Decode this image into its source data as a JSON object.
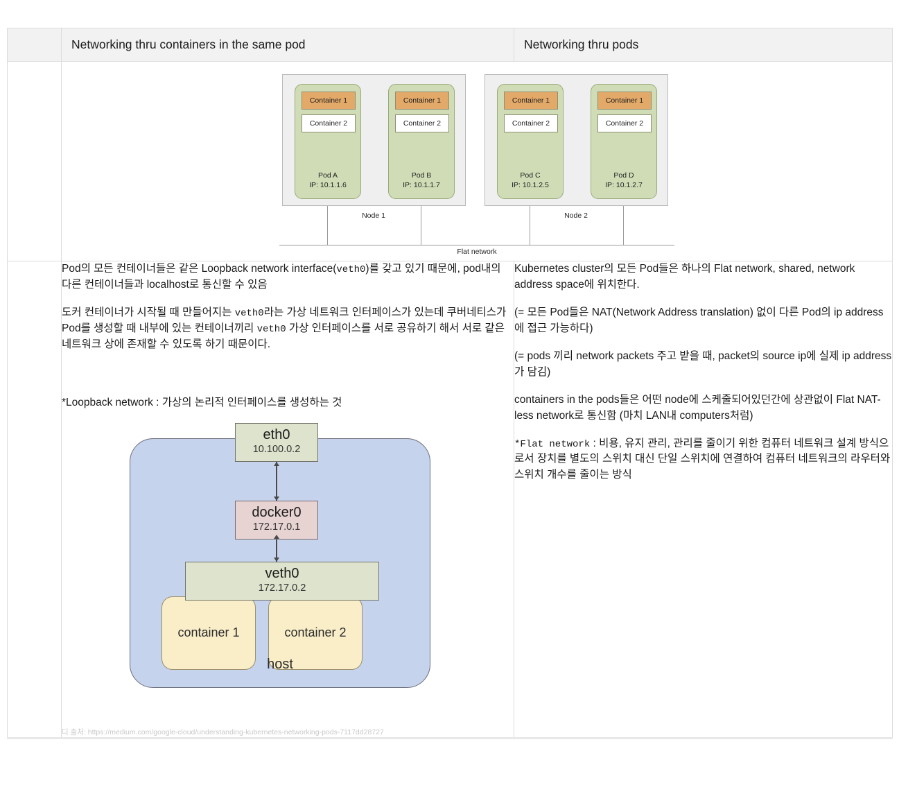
{
  "table": {
    "headers": {
      "spacer": "",
      "left": "Networking thru containers in the same pod",
      "right": "Networking thru pods"
    }
  },
  "pod_diagram": {
    "nodes": [
      {
        "name": "Node 1",
        "pods": [
          {
            "label": "Pod A",
            "ip": "IP: 10.1.1.6",
            "containers": [
              "Container 1",
              "Container 2"
            ]
          },
          {
            "label": "Pod B",
            "ip": "IP: 10.1.1.7",
            "containers": [
              "Container 1",
              "Container 2"
            ]
          }
        ]
      },
      {
        "name": "Node 2",
        "pods": [
          {
            "label": "Pod C",
            "ip": "IP: 10.1.2.5",
            "containers": [
              "Container 1",
              "Container 2"
            ]
          },
          {
            "label": "Pod D",
            "ip": "IP: 10.1.2.7",
            "containers": [
              "Container 1",
              "Container 2"
            ]
          }
        ]
      }
    ],
    "network_label": "Flat network",
    "colors": {
      "node_bg": "#efefef",
      "pod_bg": "#cfdcb6",
      "container1_bg": "#e3a968",
      "container2_bg": "#ffffff"
    }
  },
  "left_column": {
    "paragraph1": {
      "part1": "Pod의 모든 컨테이너들은 같은 Loopback network interface(",
      "mono1": "veth0",
      "part2": ")를 갖고 있기 때문에, pod내의 다른 컨테이너들과 localhost로 통신할 수 있음"
    },
    "paragraph2": {
      "part1": "도커 컨테이너가 시작될 때 만들어지는 ",
      "mono1": "veth0",
      "part2": "라는 가상 네트워크 인터페이스가 있는데 쿠버네티스가 Pod를 생성할 때 내부에 있는 컨테이너끼리 ",
      "mono2": "veth0",
      "part3": " 가상 인터페이스를 서로 공유하기 해서 서로 같은 네트워크 상에 존재할 수 있도록 하기 때문이다."
    },
    "loopback_note": "*Loopback network : 가상의 논리적 인터페이스를 생성하는 것",
    "source_note": "디 출처: https://medium.com/google-cloud/understanding-kubernetes-networking-pods-7117dd28727"
  },
  "host_diagram": {
    "eth0": {
      "name": "eth0",
      "ip": "10.100.0.2"
    },
    "docker0": {
      "name": "docker0",
      "ip": "172.17.0.1"
    },
    "veth0": {
      "name": "veth0",
      "ip": "172.17.0.2"
    },
    "container1": "container 1",
    "container2": "container 2",
    "host": "host",
    "colors": {
      "host_bg": "#c5d3ed",
      "interface_bg": "#dde3cc",
      "docker_bg": "#e8d3d3",
      "container_bg": "#faeec9"
    }
  },
  "right_column": {
    "paragraph1": "Kubernetes cluster의 모든 Pod들은 하나의 Flat network, shared, network address space에 위치한다.",
    "paragraph2": "(= 모든 Pod들은 NAT(Network Address translation) 없이 다른 Pod의 ip address에 접근 가능하다)",
    "paragraph3": "(= pods 끼리 network packets 주고 받을 때, packet의 source ip에 실제 ip address가 담김)",
    "paragraph4": "containers in the pods들은 어떤 node에 스케줄되어있던간에 상관없이 Flat NAT-less network로 통신함 (마치 LAN내 computers처럼)",
    "paragraph5": {
      "mono1": "*Flat network",
      "part1": " : 비용, 유지 관리, 관리를 줄이기 위한 컴퓨터 네트워크 설계 방식으로서 장치를 별도의 스위치 대신 단일 스위치에 연결하여 컴퓨터 네트워크의 라우터와 스위치 개수를 줄이는 방식"
    }
  }
}
